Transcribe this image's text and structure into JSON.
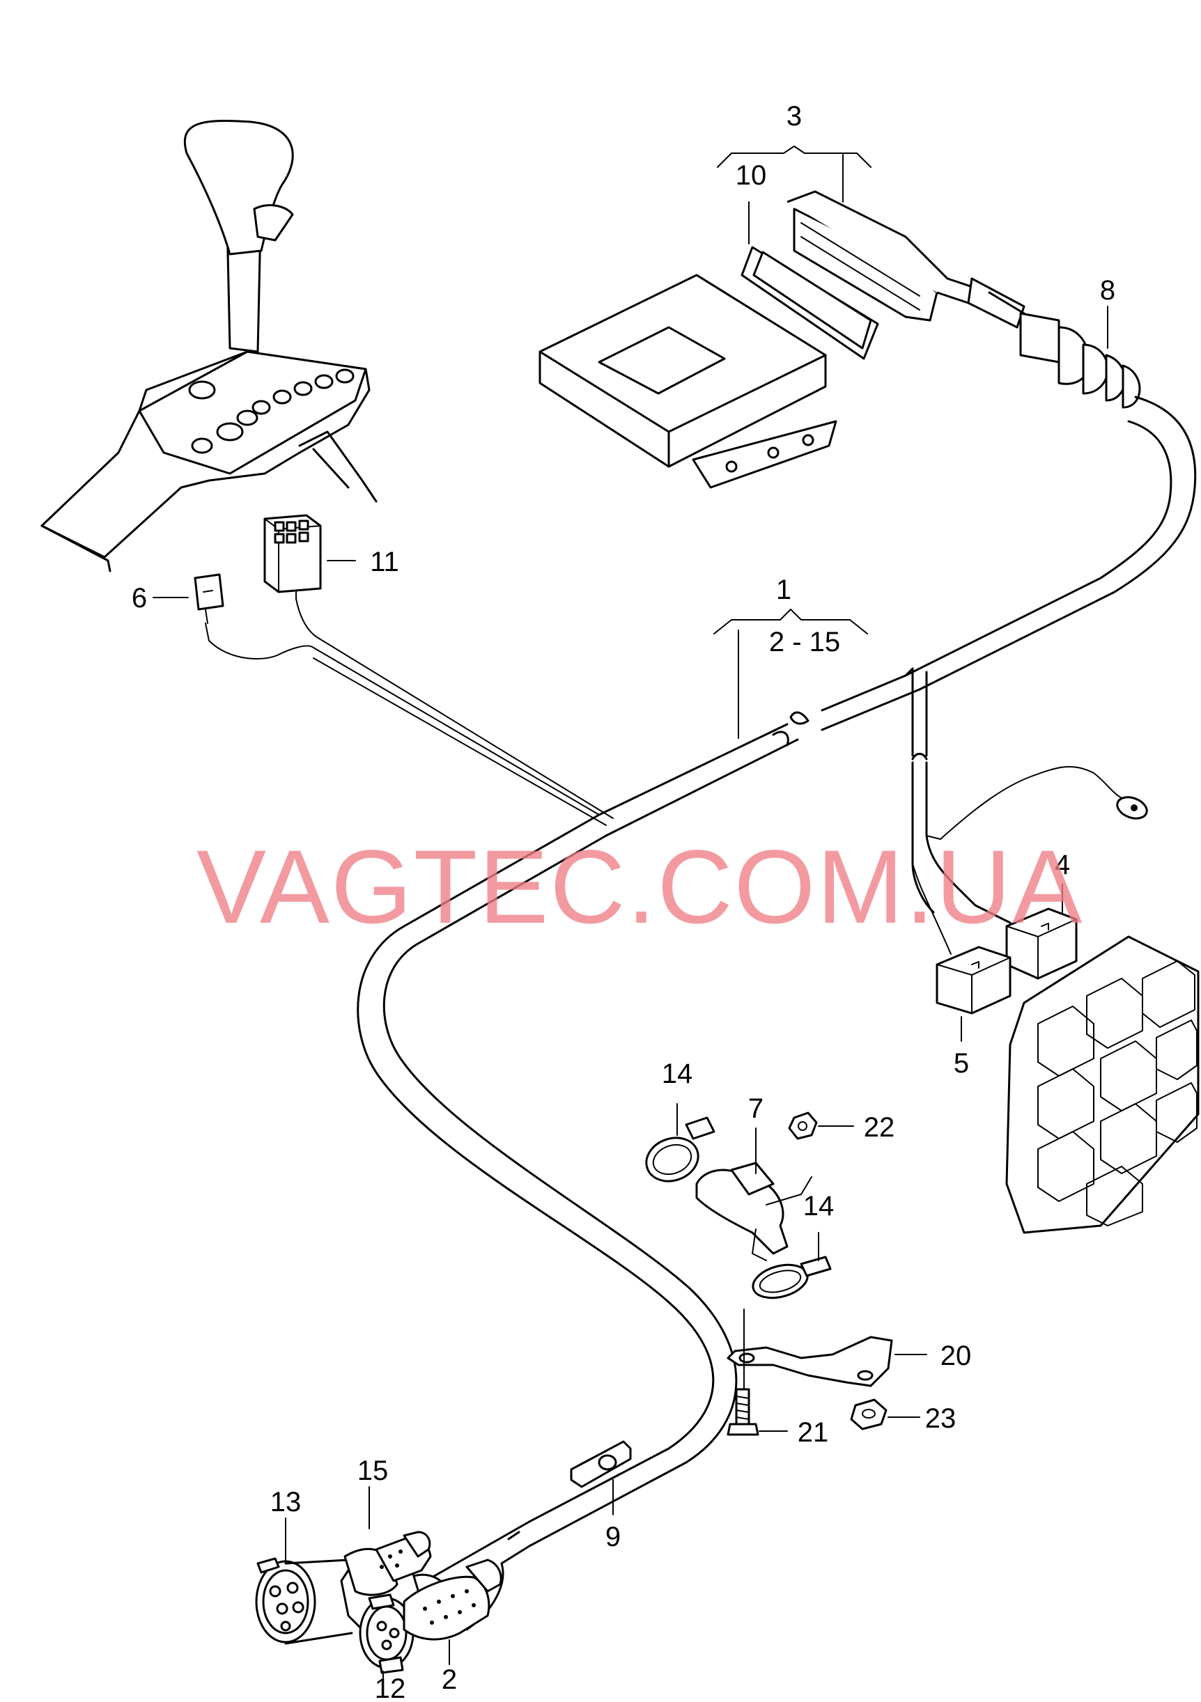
{
  "watermark": "VAGTEC.COM.UA",
  "callouts": {
    "c1": "1",
    "c1_range": "2 - 15",
    "c2": "2",
    "c3": "3",
    "c4": "4",
    "c5": "5",
    "c6": "6",
    "c7": "7",
    "c8": "8",
    "c9": "9",
    "c10": "10",
    "c11": "11",
    "c12": "12",
    "c13": "13",
    "c14a": "14",
    "c14b": "14",
    "c15": "15",
    "c20": "20",
    "c21": "21",
    "c22": "22",
    "c23": "23"
  }
}
